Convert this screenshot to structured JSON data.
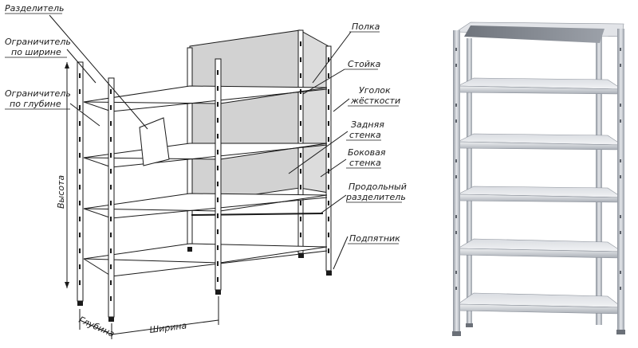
{
  "labels": {
    "divider": "Разделитель",
    "width_limiter_1": "Ограничитель",
    "width_limiter_2": "по ширине",
    "depth_limiter_1": "Ограничитель",
    "depth_limiter_2": "по глубине",
    "shelf": "Полка",
    "post": "Стойка",
    "stiff_1": "Уголок",
    "stiff_2": "жёсткости",
    "back_1": "Задняя",
    "back_2": "стенка",
    "side_1": "Боковая",
    "side_2": "стенка",
    "long_1": "Продольный",
    "long_2": "разделитель",
    "foot": "Подпятник",
    "height": "Высота",
    "depth": "Глубина",
    "width": "Ширина"
  },
  "colors": {
    "line": "#1a1a1a",
    "panel": "#d0d0d0",
    "metal_light": "#e9ebef",
    "metal_mid": "#c7cbd2",
    "metal_dark": "#7f858e"
  }
}
